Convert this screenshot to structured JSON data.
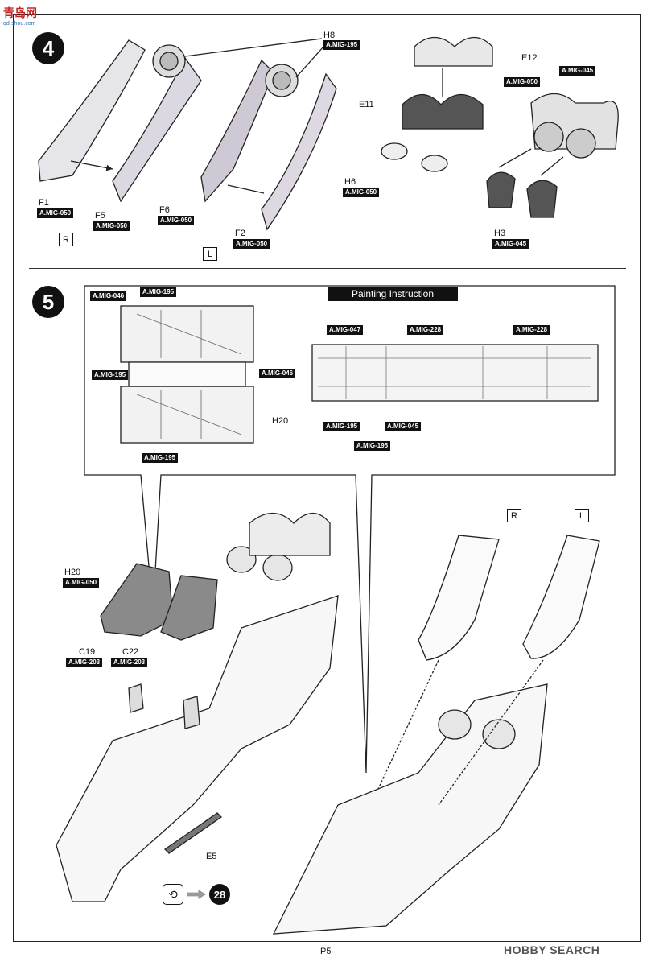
{
  "header": {
    "logo_text": "青岛网",
    "logo_sub": "qd-shou.com"
  },
  "step4": {
    "number": "4",
    "labels": {
      "h8": "H8",
      "f1": "F1",
      "f5": "F5",
      "f6": "F6",
      "f2": "F2",
      "e12": "E12",
      "e11": "E11",
      "h6": "H6",
      "h3": "H3",
      "r": "R",
      "l": "L"
    },
    "paints": {
      "h8": "A.MIG-195",
      "f1": "A.MIG-050",
      "f5": "A.MIG-050",
      "f6": "A.MIG-050",
      "f2": "A.MIG-050",
      "e11_inner": "A.MIG-050",
      "h6": "A.MIG-050",
      "engine": "A.MIG-045",
      "h3": "A.MIG-045"
    }
  },
  "step5": {
    "number": "5",
    "painting_title": "Painting Instruction",
    "cockpit_paints": {
      "p1": "A.MIG-046",
      "p2": "A.MIG-195",
      "p3": "A.MIG-195",
      "p4": "A.MIG-046",
      "p5": "A.MIG-195"
    },
    "h20_callout": "H20",
    "long_paints": {
      "p1": "A.MIG-047",
      "p2": "A.MIG-228",
      "p3": "A.MIG-228",
      "p4": "A.MIG-195",
      "p5": "A.MIG-045",
      "p6": "A.MIG-195"
    },
    "assembly": {
      "h20": "H20",
      "h20_paint": "A.MIG-050",
      "c19": "C19",
      "c19_paint": "A.MIG-203",
      "c22": "C22",
      "c22_paint": "A.MIG-203",
      "e5": "E5",
      "r": "R",
      "l": "L"
    },
    "next_step": "28",
    "flip_icon": "⟲"
  },
  "footer": {
    "page": "P5",
    "watermark": "HOBBY SEARCH"
  }
}
